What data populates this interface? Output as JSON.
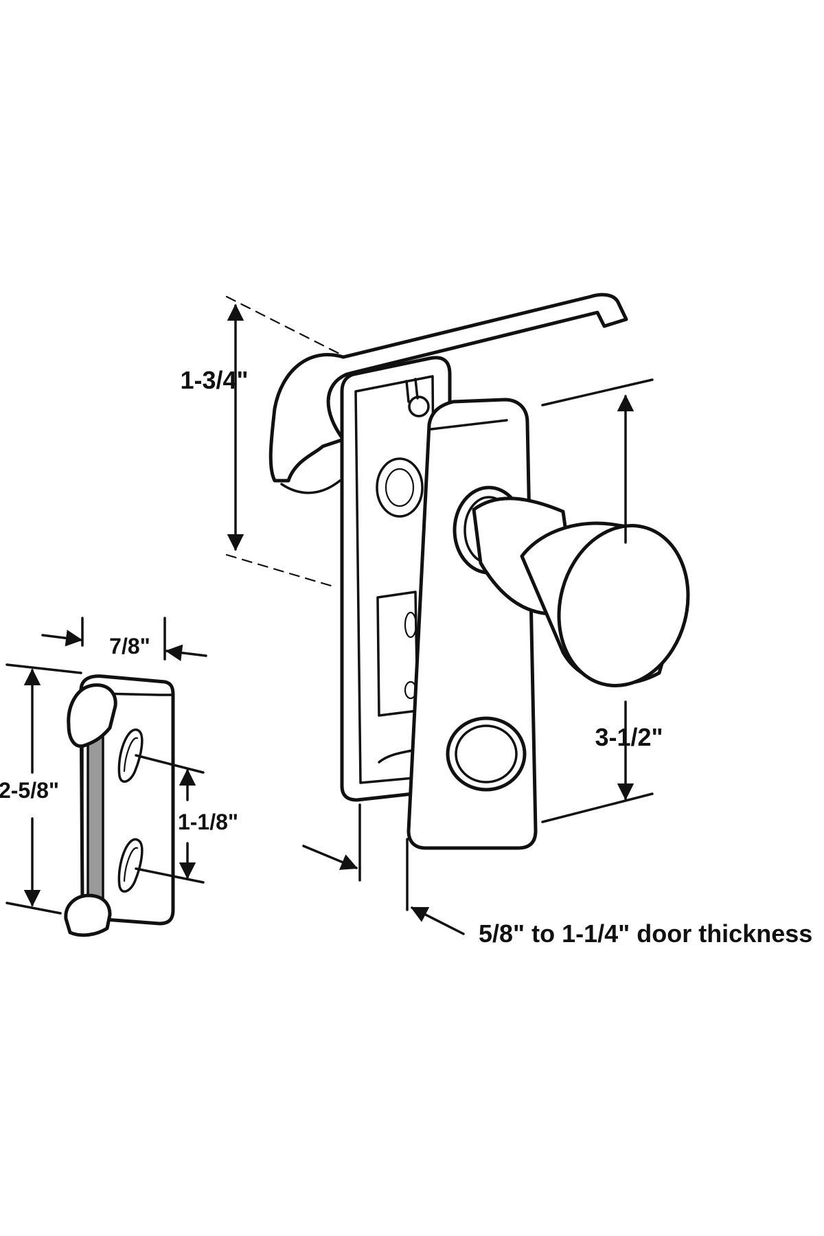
{
  "labels": {
    "lever_height": "1-3/4\"",
    "plate_height": "3-1/2\"",
    "door_thickness": "5/8\" to 1-1/4\" door thickness",
    "strike_width": "7/8\"",
    "strike_height": "2-5/8\"",
    "hole_spacing": "1-1/8\""
  },
  "colors": {
    "ink": "#111111",
    "background": "#ffffff",
    "strike_slot": "#9a9a9a"
  }
}
